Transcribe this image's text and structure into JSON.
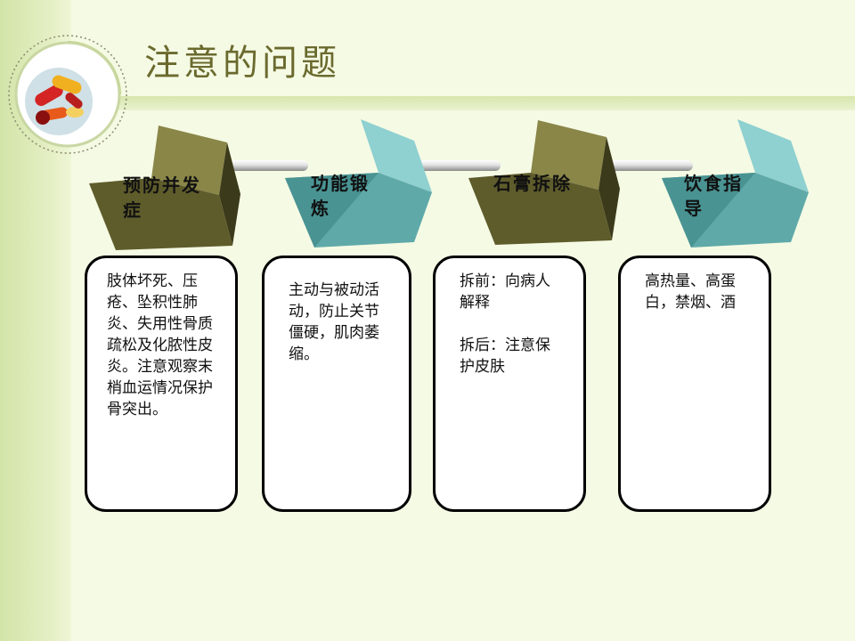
{
  "slide": {
    "title": "注意的问题",
    "colors": {
      "background": "#f5fae4",
      "title_text": "#6a6a2e",
      "olive_cube": "#5f5c2c",
      "teal_cube": "#5fa9a9",
      "box_border": "#000000"
    },
    "logo_icon": "pills-logo-icon",
    "steps": [
      {
        "label": "预防并发症",
        "color": "olive",
        "detail": "肢体坏死、压疮、坠积性肺炎、失用性骨质疏松及化脓性皮炎。注意观察末梢血运情况保护骨突出。"
      },
      {
        "label": "功能锻炼",
        "color": "teal",
        "detail": "主动与被动活动，防止关节僵硬，肌肉萎缩。"
      },
      {
        "label": "石膏拆除",
        "color": "olive",
        "detail": "拆前：向病人解释\n\n拆后：注意保护皮肤"
      },
      {
        "label": "饮食指导",
        "color": "teal",
        "detail": "高热量、高蛋白，禁烟、酒"
      }
    ]
  }
}
